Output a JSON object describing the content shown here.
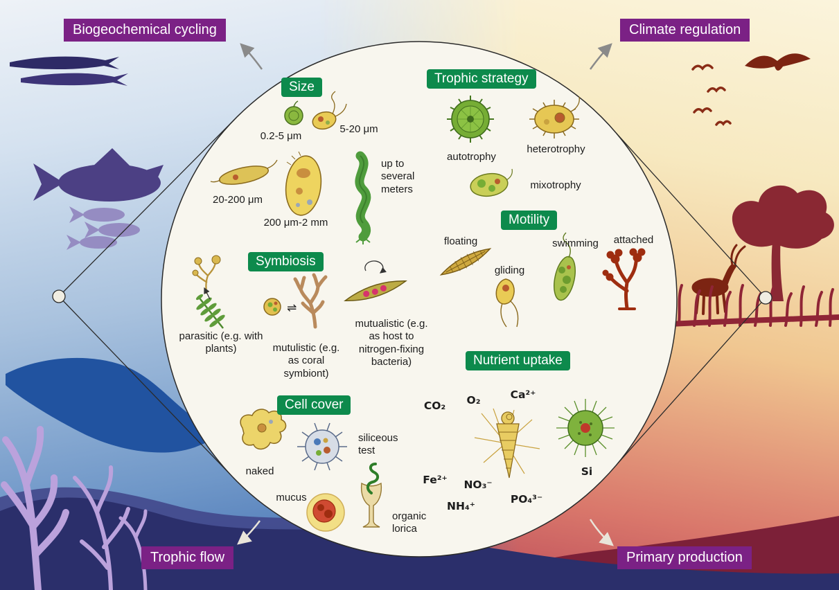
{
  "corners": {
    "top_left": "Biogeochemical cycling",
    "top_right": "Climate regulation",
    "bottom_left": "Trophic flow",
    "bottom_right": "Primary production"
  },
  "sections": {
    "size": {
      "title": "Size",
      "small": "0.2-5 μm",
      "flagellate": "5-20 μm",
      "medium": "20-200 μm",
      "large": "200 μm-2 mm",
      "giant": "up to several meters"
    },
    "trophic_strategy": {
      "title": "Trophic strategy",
      "autotrophy": "autotrophy",
      "heterotrophy": "heterotrophy",
      "mixotrophy": "mixotrophy"
    },
    "motility": {
      "title": "Motility",
      "floating": "floating",
      "gliding": "gliding",
      "swimming": "swimming",
      "attached": "attached"
    },
    "symbiosis": {
      "title": "Symbiosis",
      "parasitic": "parasitic (e.g. with plants)",
      "mutualistic_coral": "mutulistic (e.g. as coral symbiont)",
      "mutualistic_host": "mutualistic (e.g. as host to nitrogen-fixing bacteria)"
    },
    "cell_cover": {
      "title": "Cell cover",
      "naked": "naked",
      "siliceous": "siliceous test",
      "mucus": "mucus",
      "lorica": "organic lorica"
    },
    "nutrient_uptake": {
      "title": "Nutrient uptake",
      "co2": "CO₂",
      "o2": "O₂",
      "ca": "Ca²⁺",
      "fe": "Fe²⁺",
      "no3": "NO₃⁻",
      "nh4": "NH₄⁺",
      "po4": "PO₄³⁻",
      "si": "Si"
    }
  },
  "symbols": {
    "exchange": "⇌"
  },
  "colors": {
    "badge_green": "#0d8a4c",
    "label_purple": "#7b2185",
    "circle_fill": "#f8f6ee"
  }
}
